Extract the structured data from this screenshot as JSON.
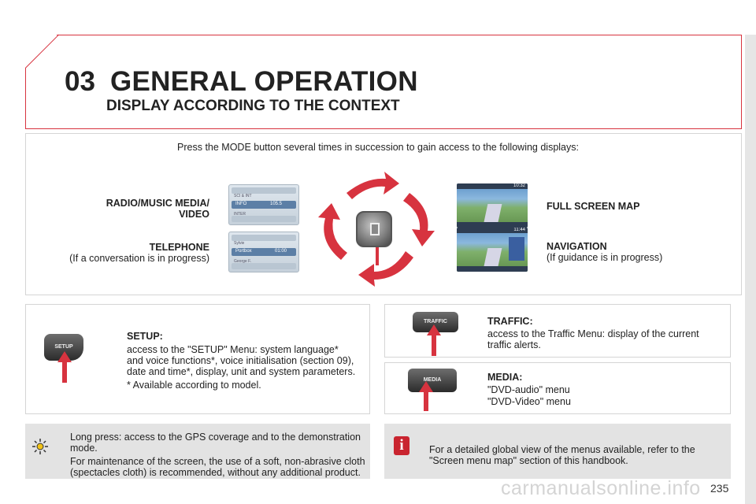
{
  "header": {
    "section_number": "03",
    "title": "GENERAL OPERATION",
    "subtitle": "DISPLAY ACCORDING TO THE CONTEXT"
  },
  "mode_section": {
    "intro": "Press the MODE button several times in succession to gain access to the following displays:",
    "radio_label": "RADIO/MUSIC MEDIA/",
    "radio_label_2": "VIDEO",
    "telephone_label": "TELEPHONE",
    "telephone_note": "(If a conversation is in progress)",
    "full_map_label": "FULL SCREEN MAP",
    "navigation_label": "NAVIGATION",
    "navigation_note": "(If guidance is in progress)",
    "radio_screen": {
      "line1": "SCI & INT",
      "line2": "INFO",
      "line3": "105.5",
      "line4": "INTER"
    },
    "phone_screen": {
      "line1": "Sylvie",
      "line2": "Portbox",
      "line3": "01:00",
      "line4": "George F."
    },
    "map_screen_time": "10:32",
    "nav_screen_time": "11:44",
    "arrow_color": "#d7333f"
  },
  "setup": {
    "key_label": "SETUP",
    "title": "SETUP:",
    "text_1": "access to the \"SETUP\" Menu: system language*",
    "text_2": "and voice functions*, voice initialisation (section 09),",
    "text_3": "date and time*, display, unit and system parameters.",
    "note": "* Available according to model."
  },
  "traffic": {
    "key_label": "TRAFFIC",
    "title": "TRAFFIC:",
    "text_1": "access to the Traffic Menu: display of the current",
    "text_2": "traffic alerts."
  },
  "media": {
    "key_label": "MEDIA",
    "title": "MEDIA:",
    "item_1": "\"DVD-audio\" menu",
    "item_2": "\"DVD-Video\" menu"
  },
  "info_left": {
    "icon": "sun-icon",
    "text_1": "Long press: access to the GPS coverage and to the demonstration",
    "text_2": "mode.",
    "text_3": "For maintenance of the screen, the use of a soft, non-abrasive cloth",
    "text_4": "(spectacles cloth) is recommended, without any additional product."
  },
  "info_right": {
    "icon": "info-icon",
    "icon_glyph": "i",
    "text_1": "For a detailed global view of the menus available, refer to the",
    "text_2": "\"Screen menu map\" section of this handbook."
  },
  "footer": {
    "page_number": "235",
    "watermark": "carmanualsonline.info"
  }
}
